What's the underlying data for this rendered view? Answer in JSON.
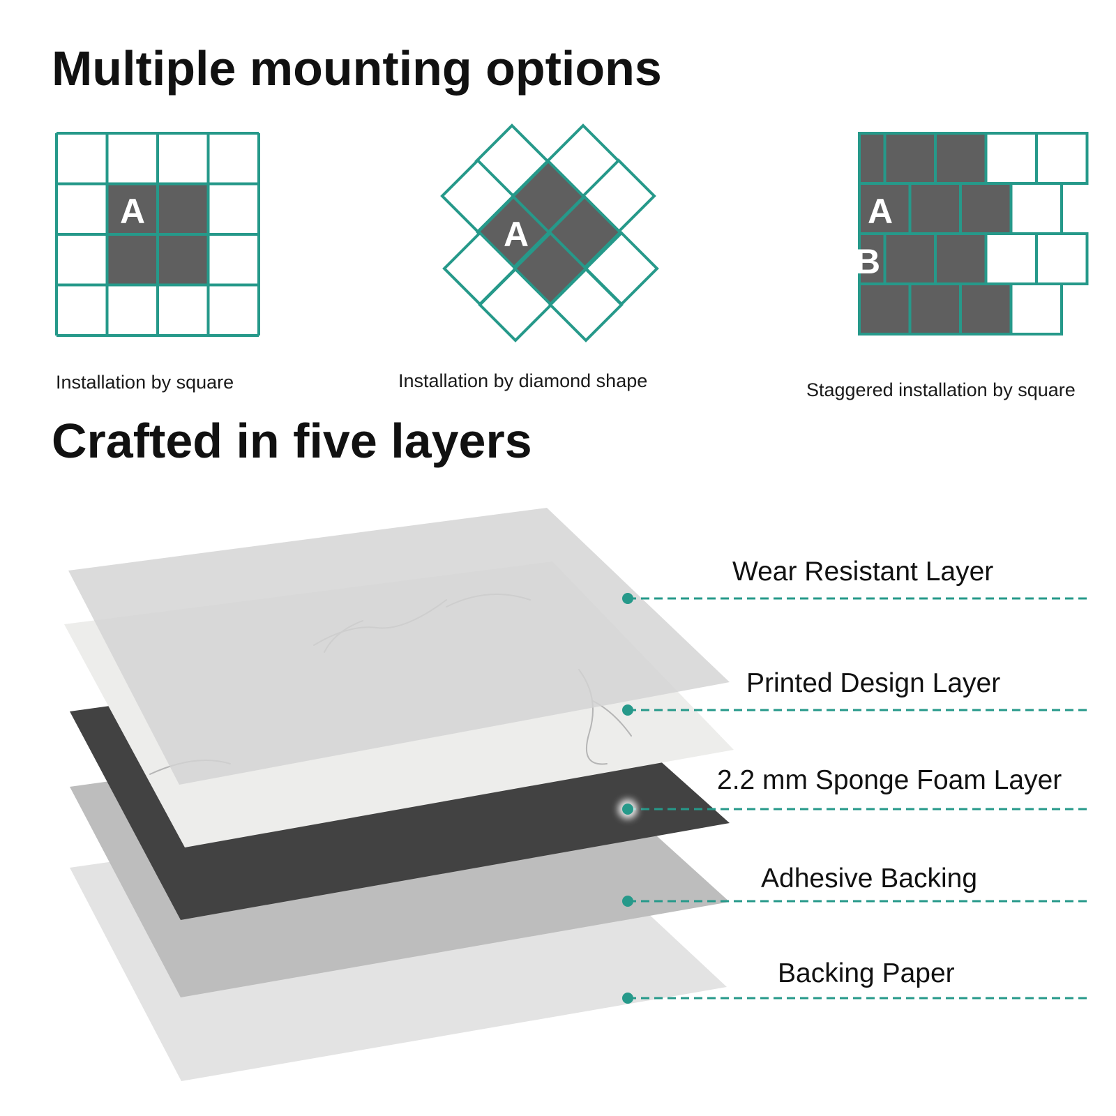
{
  "colors": {
    "accent_teal": "#26998a",
    "tile_dark": "#5f5f5f",
    "text": "#111111"
  },
  "mounting": {
    "title": "Multiple mounting options",
    "options": [
      {
        "caption": "Installation by square",
        "tile_labels": [
          "A"
        ]
      },
      {
        "caption": "Installation by diamond shape",
        "tile_labels": [
          "A"
        ]
      },
      {
        "caption": "Staggered installation by square",
        "tile_labels": [
          "A",
          "B"
        ]
      }
    ]
  },
  "layers": {
    "title": "Crafted in five layers",
    "items": [
      {
        "label": "Wear Resistant Layer",
        "color": "#d3d3d3"
      },
      {
        "label": "Printed Design Layer",
        "color": "#ededeb"
      },
      {
        "label": "2.2 mm Sponge Foam Layer",
        "color": "#424242"
      },
      {
        "label": "Adhesive Backing",
        "color": "#bdbdbd"
      },
      {
        "label": "Backing Paper",
        "color": "#e3e3e3"
      }
    ]
  }
}
